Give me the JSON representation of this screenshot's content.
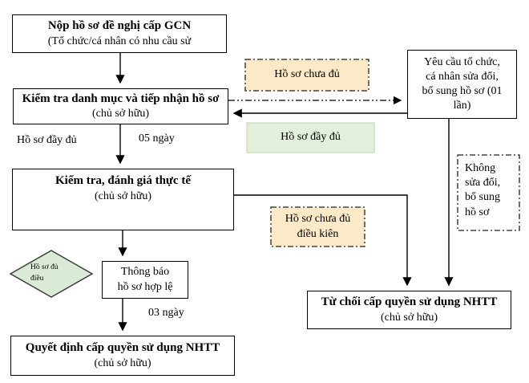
{
  "diagram": {
    "title_hint": "Quy trinh cap quyen su dung NHTT flowchart",
    "boxes": {
      "submit": {
        "title": "Nộp hồ sơ đề nghị cấp GCN",
        "subtitle": "(Tổ chức/cá nhân có nhu cầu sử"
      },
      "check": {
        "title": "Kiểm tra danh mục và tiếp nhận hồ sơ",
        "subtitle": "(chủ sở hữu)"
      },
      "inspect": {
        "title": "Kiểm tra, đánh giá thực tế",
        "subtitle": "(chủ sở hữu)"
      },
      "notify": {
        "lines": [
          "Thông báo",
          "hồ sơ hợp lệ"
        ]
      },
      "grant": {
        "title": "Quyết định cấp quyền sử dụng NHTT",
        "subtitle": "(chủ sở hữu)"
      },
      "refuse": {
        "title": "Từ chối cấp quyền sử dụng NHTT",
        "subtitle": "(chủ sở hữu)"
      },
      "request_amend": {
        "lines": [
          "Yêu cầu tổ chức,",
          "cá nhân sửa đổi,",
          "bổ sung hồ sơ (01",
          "lần)"
        ]
      },
      "no_amend": {
        "lines": [
          "Không",
          "sửa đổi,",
          "bổ sung",
          "hồ sơ"
        ]
      },
      "tag_incomplete": {
        "text": "Hồ sơ chưa đủ"
      },
      "tag_complete": {
        "text": "Hồ sơ đầy đủ"
      },
      "tag_incomplete_cond": {
        "lines": [
          "Hồ sơ chưa đủ",
          "điều kiên"
        ]
      },
      "diamond": {
        "lines": [
          "Hồ sơ đủ",
          "điều"
        ]
      }
    },
    "labels": {
      "complete_left": "Hồ sơ đầy đủ",
      "days5": "05 ngày",
      "days3": "03 ngày"
    },
    "colors": {
      "yellow_fill": "#FBE9C8",
      "green_fill": "#E2EFDA",
      "green_border": "#C6D9B8",
      "diamond_fill": "#DBEAD6",
      "line": "#000000"
    }
  }
}
